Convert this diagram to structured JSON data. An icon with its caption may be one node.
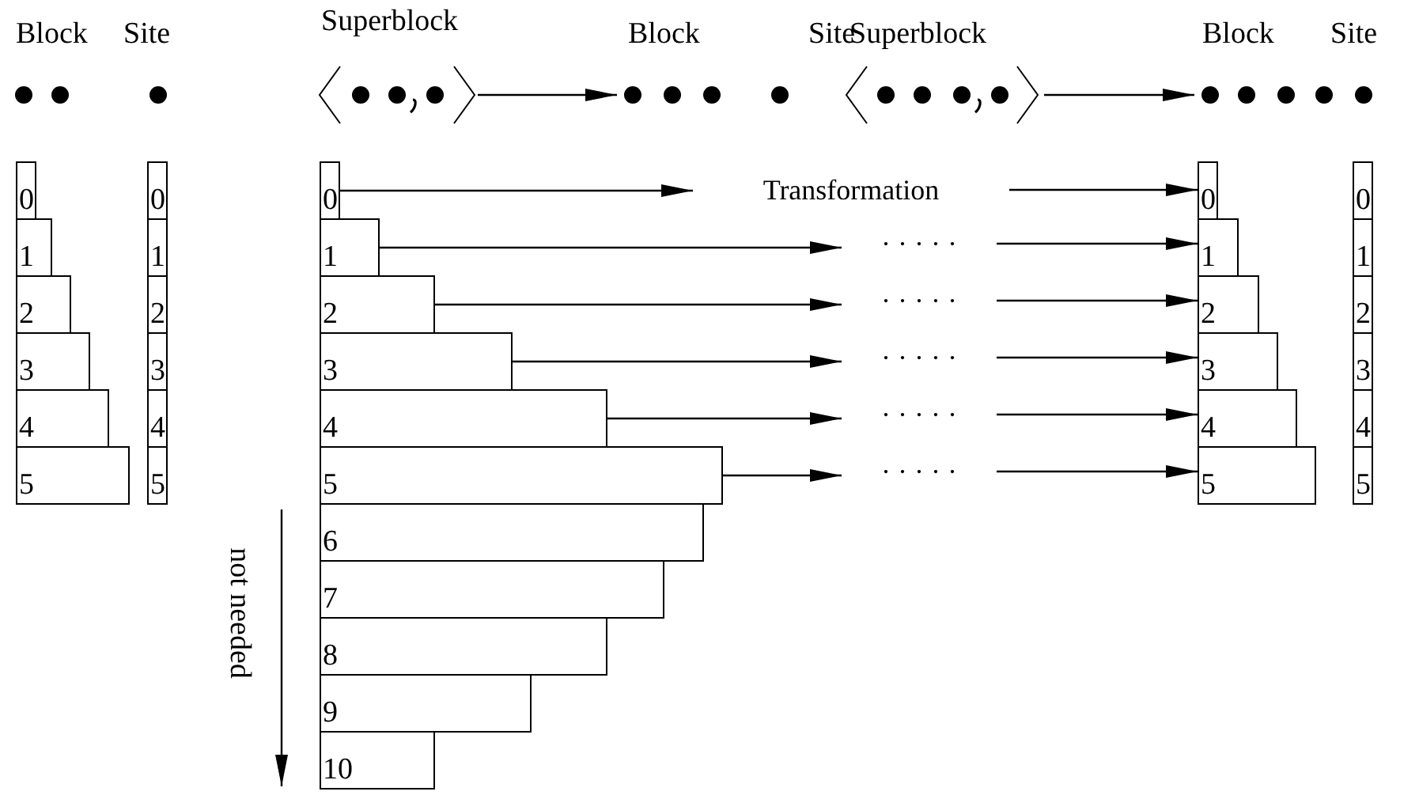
{
  "diagram": {
    "nodes": [
      {
        "text": [],
        "shape": "picture"
      },
      {
        "text": [],
        "shape": "picture"
      },
      {
        "text": [],
        "shape": "picture"
      },
      {
        "text": [],
        "shape": "picture"
      },
      {
        "text": [
          "0"
        ]
      },
      {
        "text": [
          "1"
        ]
      },
      {
        "text": [
          "2"
        ]
      },
      {
        "text": [
          "3"
        ]
      },
      {
        "text": [
          "4"
        ]
      },
      {
        "text": [
          "5"
        ]
      },
      {
        "text": [
          "0"
        ]
      },
      {
        "text": [
          "1"
        ]
      },
      {
        "text": [
          "2"
        ]
      },
      {
        "text": [
          "3"
        ]
      },
      {
        "text": [
          "4"
        ]
      },
      {
        "text": [
          "5"
        ]
      },
      {
        "text": [
          "0"
        ]
      },
      {
        "text": [
          "1"
        ]
      },
      {
        "text": [
          "2"
        ]
      },
      {
        "text": [
          "3"
        ]
      },
      {
        "text": [
          "4"
        ]
      },
      {
        "text": [
          "5"
        ]
      },
      {
        "text": [
          "6"
        ]
      },
      {
        "text": [
          "7"
        ]
      },
      {
        "text": [
          "8"
        ]
      },
      {
        "text": [
          "9"
        ]
      },
      {
        "text": [
          "10"
        ]
      },
      {
        "text": [
          "Transformation"
        ]
      },
      {
        "text": [
          "· · · · ·"
        ]
      },
      {
        "text": [
          "· · · · ·"
        ]
      },
      {
        "text": [
          "· · · · ·"
        ]
      },
      {
        "text": [
          "· · · · ·"
        ]
      },
      {
        "text": [
          "· · · · ·"
        ]
      },
      {
        "text": [
          "0"
        ]
      },
      {
        "text": [
          "1"
        ]
      },
      {
        "text": [
          "2"
        ]
      },
      {
        "text": [
          "3"
        ]
      },
      {
        "text": [
          "4"
        ]
      },
      {
        "text": [
          "5"
        ]
      },
      {
        "text": [
          "0"
        ]
      },
      {
        "text": [
          "1"
        ]
      },
      {
        "text": [
          "2"
        ]
      },
      {
        "text": [
          "3"
        ]
      },
      {
        "text": [
          "4"
        ]
      },
      {
        "text": [
          "5"
        ]
      }
    ],
    "edges": [
      {
        "from": 0,
        "to": 1,
        "arrow": "to"
      },
      {
        "from": 2,
        "to": 3,
        "arrow": "to"
      },
      {
        "from": 16,
        "to": 27,
        "arrow": "to"
      },
      {
        "from": 17,
        "to": 28,
        "arrow": "to"
      },
      {
        "from": 18,
        "to": 29,
        "arrow": "to"
      },
      {
        "from": 19,
        "to": 30,
        "arrow": "to"
      },
      {
        "from": 20,
        "to": 31,
        "arrow": "to"
      },
      {
        "from": 21,
        "to": 32,
        "arrow": "to"
      },
      {
        "from": 27,
        "to": 33,
        "arrow": "to"
      },
      {
        "from": 28,
        "to": 34,
        "arrow": "to"
      },
      {
        "from": 29,
        "to": 35,
        "arrow": "to"
      },
      {
        "from": 30,
        "to": 36,
        "arrow": "to"
      },
      {
        "from": 31,
        "to": 37,
        "arrow": "to"
      },
      {
        "from": 32,
        "to": 38,
        "arrow": "to"
      }
    ],
    "labels": [
      "Block",
      "Site",
      "Superblock",
      "Block",
      "Site",
      "Superblock",
      "Block",
      "Site",
      "not needed"
    ]
  }
}
